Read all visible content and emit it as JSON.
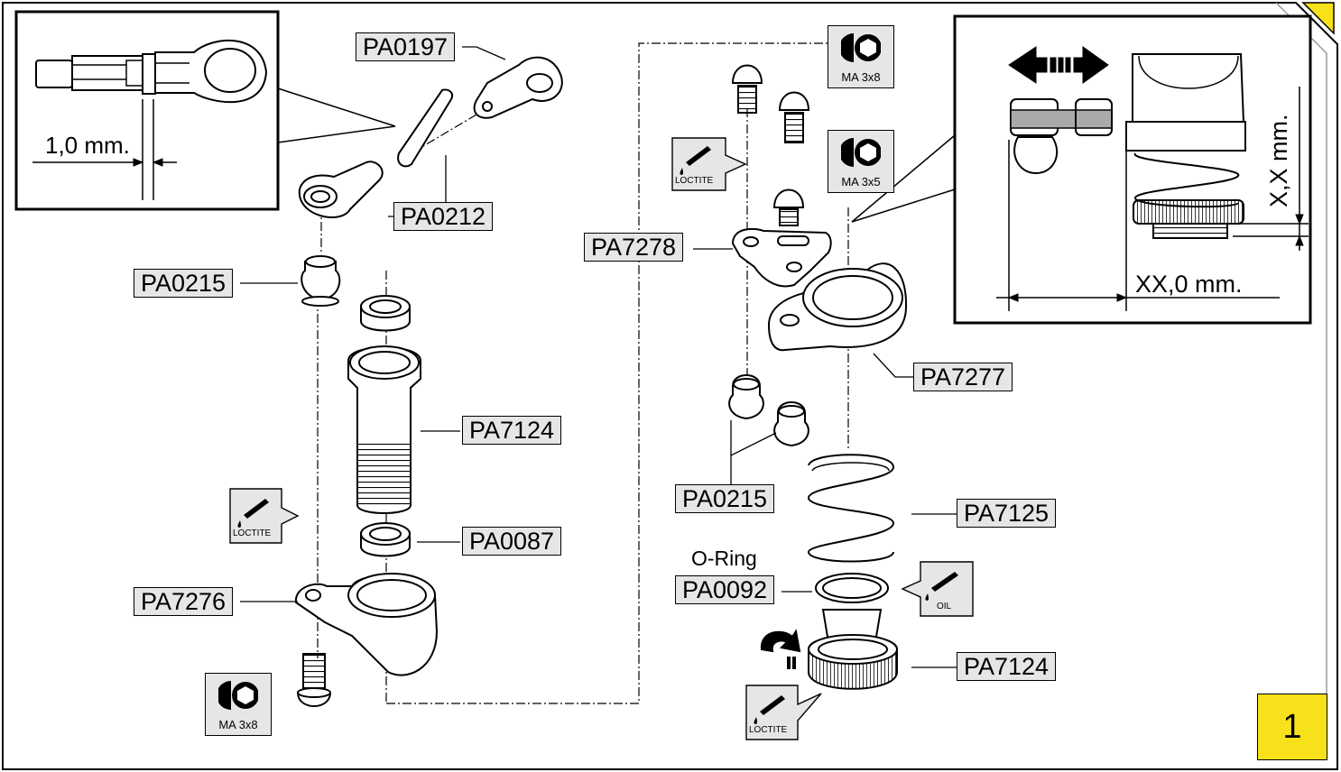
{
  "step_number": "1",
  "accent_colors": {
    "label_fill": "#e6e6e6",
    "step_fill": "#f7e11a",
    "stroke": "#000000"
  },
  "labels": {
    "pa0197": "PA0197",
    "pa0212": "PA0212",
    "pa0215_left": "PA0215",
    "pa7124_body": "PA7124",
    "pa0087": "PA0087",
    "pa7276": "PA7276",
    "pa7278": "PA7278",
    "pa7277": "PA7277",
    "pa0215_right": "PA0215",
    "pa7125": "PA7125",
    "pa0092": "PA0092",
    "pa7124_collar": "PA7124"
  },
  "oring_text": "O-Ring",
  "detail_left": {
    "dimension": "1,0 mm."
  },
  "detail_right": {
    "dimension_horizontal": "XX,0 mm.",
    "dimension_vertical": "X,X mm."
  },
  "screws": {
    "top_a": "MA 3x8",
    "top_b": "MA 3x5",
    "bottom": "MA 3x8"
  },
  "badge_icon": "hex-key-icon",
  "tags": {
    "loctite_left": "LOCTITE",
    "loctite_mid": "LOCTITE",
    "loctite_bottom": "LOCTITE",
    "oil": "OIL"
  }
}
